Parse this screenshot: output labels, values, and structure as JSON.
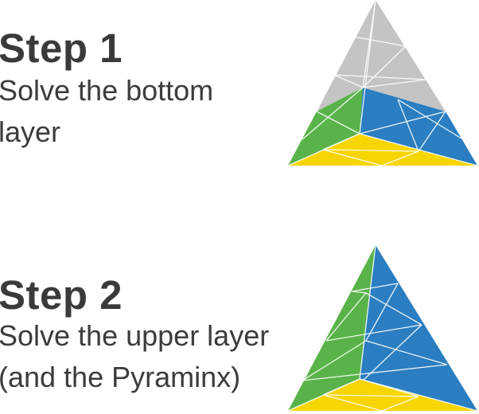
{
  "steps": [
    {
      "title": "Step 1",
      "description": "Solve the bottom layer",
      "illustration": "pyraminx-bottom-layer-solved-icon"
    },
    {
      "title": "Step 2",
      "description": "Solve the upper layer (and the Pyraminx)",
      "illustration": "pyraminx-fully-solved-icon"
    }
  ],
  "colors": {
    "text": "#3a3a3a",
    "gray_face": "#c2c2c2",
    "blue_face": "#2a7ec1",
    "green_face": "#5ab34a",
    "yellow_face": "#f6d500",
    "edge_lines": "#ffffff"
  }
}
